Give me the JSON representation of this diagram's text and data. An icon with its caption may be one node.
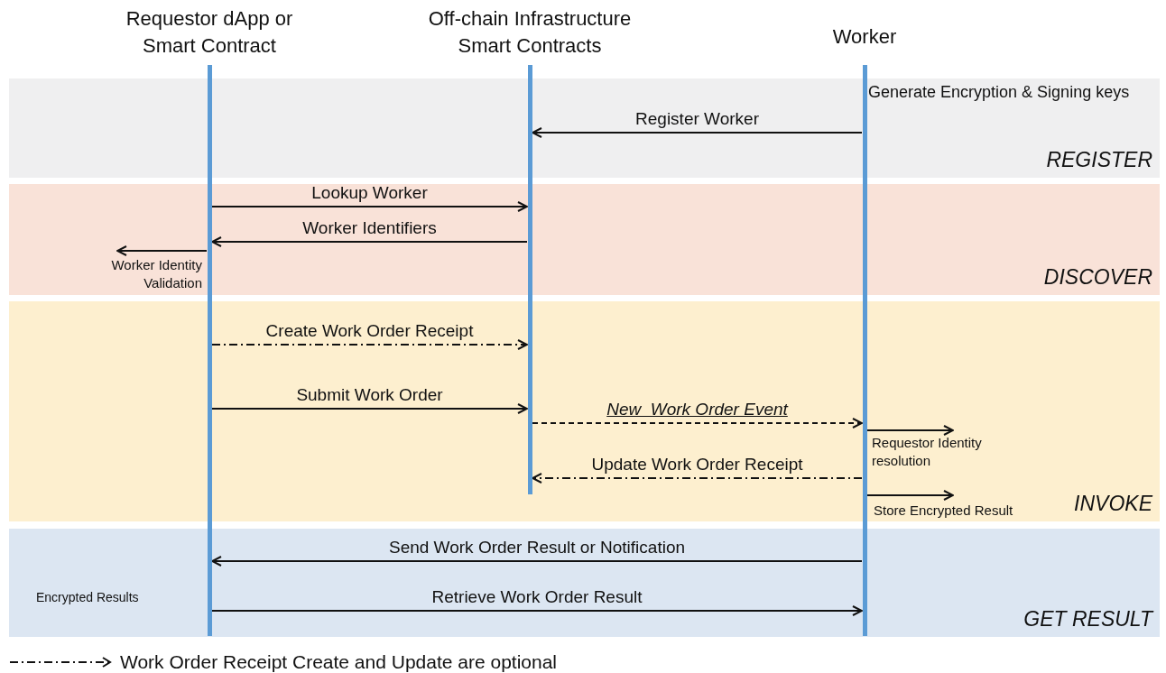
{
  "diagram": {
    "nodes": [
      {
        "text": [
          "Requestor dApp or Smart Contract"
        ]
      },
      {
        "text": [
          "Off-chain Infrastructure Smart Contracts"
        ]
      },
      {
        "text": [
          "Worker"
        ]
      }
    ],
    "edges": [
      {
        "from": 2,
        "to": 1,
        "arrow": "to",
        "label": "Register Worker"
      },
      {
        "from": 0,
        "to": 1,
        "arrow": "to",
        "label": "Lookup Worker"
      },
      {
        "from": 1,
        "to": 0,
        "arrow": "to",
        "label": "Worker Identifiers"
      },
      {
        "from": 0,
        "to": null,
        "arrow": "to",
        "label": "Worker Identity Validation"
      },
      {
        "from": 0,
        "to": 1,
        "arrow": "to",
        "label": "Create Work Order Receipt",
        "style": "dashed"
      },
      {
        "from": 0,
        "to": 1,
        "arrow": "to",
        "label": "Submit Work Order"
      },
      {
        "from": 1,
        "to": 2,
        "arrow": "to",
        "label": "New  Work Order Event",
        "style": "dashed"
      },
      {
        "from": 2,
        "to": 1,
        "arrow": "to",
        "label": "Update Work Order Receipt",
        "style": "dashed"
      },
      {
        "from": 2,
        "to": null,
        "arrow": "to",
        "label": "Requestor Identity resolution"
      },
      {
        "from": 2,
        "to": null,
        "arrow": "to",
        "label": "Store Encrypted Result"
      },
      {
        "from": 2,
        "to": 0,
        "arrow": "to",
        "label": "Send Work Order Result or Notification"
      },
      {
        "from": 0,
        "to": 2,
        "arrow": "to",
        "label": "Retrieve Work Order Result"
      }
    ],
    "labels": [
      "Generate Encryption & Signing keys",
      "REGISTER",
      "DISCOVER",
      "INVOKE",
      "GET RESULT",
      "Encrypted Results"
    ],
    "legend": [
      {
        "text": "Work Order Receipt Create and Update are optional"
      }
    ]
  }
}
